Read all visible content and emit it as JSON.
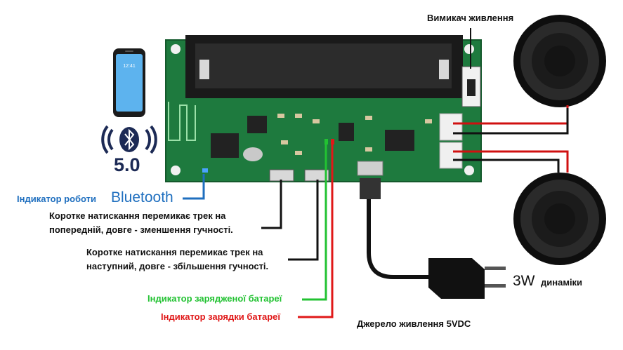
{
  "labels": {
    "power_switch": "Вимикач живлення",
    "work_indicator": "Індикатор роботи",
    "bluetooth": "Bluetooth",
    "bt_version": "5.0",
    "short_press_prev": "Коротке натискання перемикає трек на попередній, довге - зменшення гучності.",
    "short_press_next": "Коротке натискання перемикає трек на наступний, довге - збільшення гучності.",
    "charged_indicator": "Індикатор зарядженої батареї",
    "charging_indicator": "Індикатор зарядки батареї",
    "power_source": "Джерело живлення 5VDC",
    "watt": "3W",
    "speakers": "динаміки"
  },
  "colors": {
    "pcb": "#1e7a3e",
    "pcb_dark": "#14592c",
    "blue": "#1f6fbf",
    "green": "#22c232",
    "red": "#e01818",
    "wire_black": "#111111",
    "wire_red": "#d01010"
  }
}
